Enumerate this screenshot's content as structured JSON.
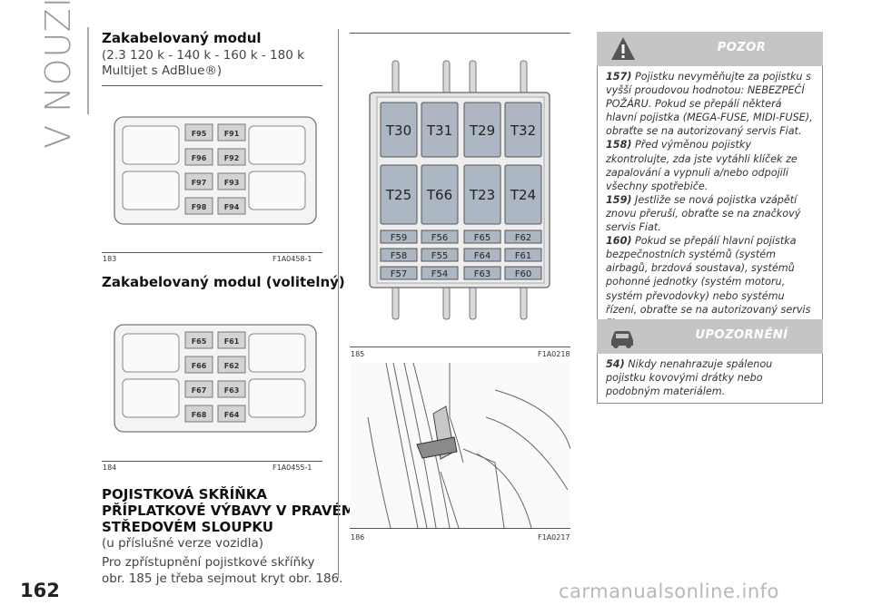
{
  "section_tab": "V NOUZI",
  "page_number": "162",
  "watermark": "carmanualsonline.info",
  "col1": {
    "heading1": "Zakabelovaný modul",
    "subline1": "(2.3 120 k - 140 k - 160 k - 180 k",
    "subline2": "Multijet s AdBlue®)",
    "fig183": {
      "num": "183",
      "code": "F1A0458-1",
      "fuses": [
        "F95",
        "F91",
        "F96",
        "F92",
        "F97",
        "F93",
        "F98",
        "F94"
      ]
    },
    "heading2": "Zakabelovaný modul (volitelný)",
    "fig184": {
      "num": "184",
      "code": "F1A0455-1",
      "fuses": [
        "F65",
        "F61",
        "F66",
        "F62",
        "F67",
        "F63",
        "F68",
        "F64"
      ]
    },
    "heading3_l1": "POJISTKOVÁ SKŘÍŇKA",
    "heading3_l2": "PŘÍPLATKOVÉ VÝBAVY V PRAVÉM",
    "heading3_l3": "STŘEDOVÉM SLOUPKU",
    "note": "(u příslušné verze vozidla)",
    "text_l1": "Pro zpřístupnění pojistkové skříňky",
    "text_l2": "obr. 185 je třeba sejmout kryt obr. 186."
  },
  "col2": {
    "fig185": {
      "num": "185",
      "code": "F1A0218",
      "relays_top": [
        "T30",
        "T31",
        "T29",
        "T32"
      ],
      "relays_bottom": [
        "T25",
        "T66",
        "T23",
        "T24"
      ],
      "fuse_rows": [
        [
          "F59",
          "F56",
          "F65",
          "F62"
        ],
        [
          "F58",
          "F55",
          "F64",
          "F61"
        ],
        [
          "F57",
          "F54",
          "F63",
          "F60"
        ]
      ]
    },
    "fig186": {
      "num": "186",
      "code": "F1A0217"
    }
  },
  "col3": {
    "pozor": {
      "title": "POZOR",
      "icon": "warning-triangle-icon",
      "items": [
        {
          "num": "157)",
          "text": "Pojistku nevyměňujte za pojistku s vyšší proudovou hodnotou: NEBEZPEČÍ POŽÁRU. Pokud se přepálí některá hlavní pojistka (MEGA-FUSE, MIDI-FUSE), obraťte se na autorizovaný servis Fiat."
        },
        {
          "num": "158)",
          "text": "Před výměnou pojistky zkontrolujte, zda jste vytáhli klíček ze zapalování a vypnuli a/nebo odpojili všechny spotřebiče."
        },
        {
          "num": "159)",
          "text": "Jestliže se nová pojistka vzápětí znovu přeruší, obraťte se na značkový servis Fiat."
        },
        {
          "num": "160)",
          "text": "Pokud se přepálí hlavní pojistka bezpečnostních systémů (systém airbagů, brzdová soustava), systémů pohonné jednotky (systém motoru, systém převodovky) nebo systému řízení, obraťte se na autorizovaný servis Fiat."
        }
      ]
    },
    "upozorneni": {
      "title": "UPOZORNĚNÍ",
      "icon": "car-icon",
      "items": [
        {
          "num": "54)",
          "text": "Nikdy nenahrazuje spálenou pojistku kovovými drátky nebo podobným materiálem."
        }
      ]
    }
  }
}
